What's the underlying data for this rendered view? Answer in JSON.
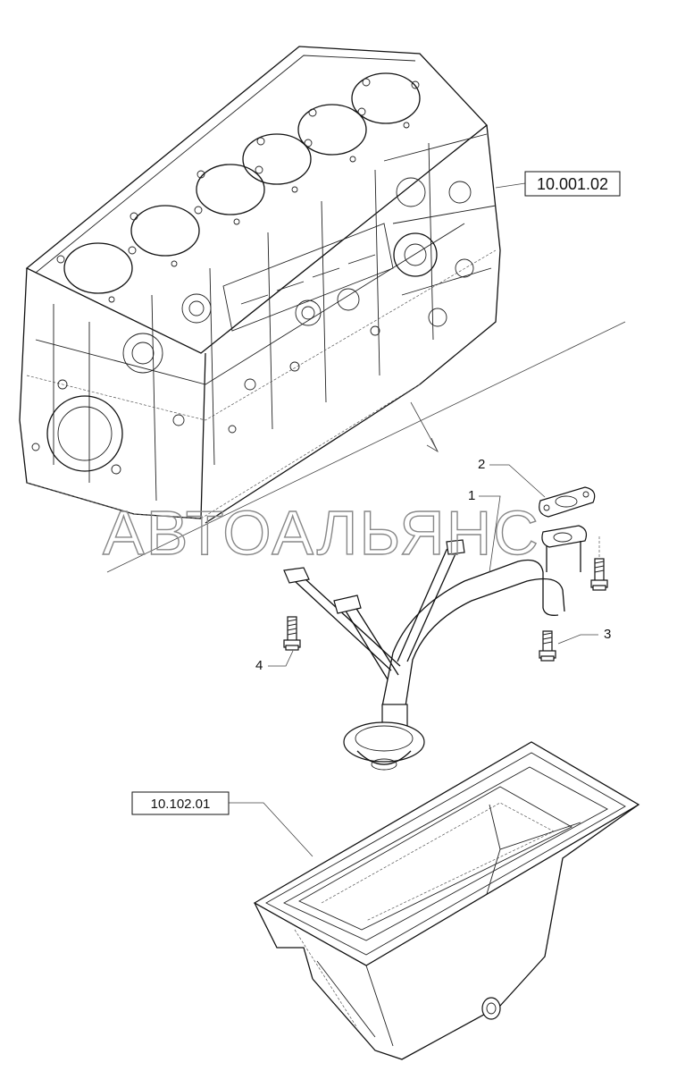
{
  "watermark": "АВТОАЛЬЯНС",
  "references": {
    "engine_block": "10.001.02",
    "oil_pan": "10.102.01"
  },
  "callouts": {
    "pickup_tube": "1",
    "gasket": "2",
    "screw_right": "3",
    "screw_left": "4"
  }
}
